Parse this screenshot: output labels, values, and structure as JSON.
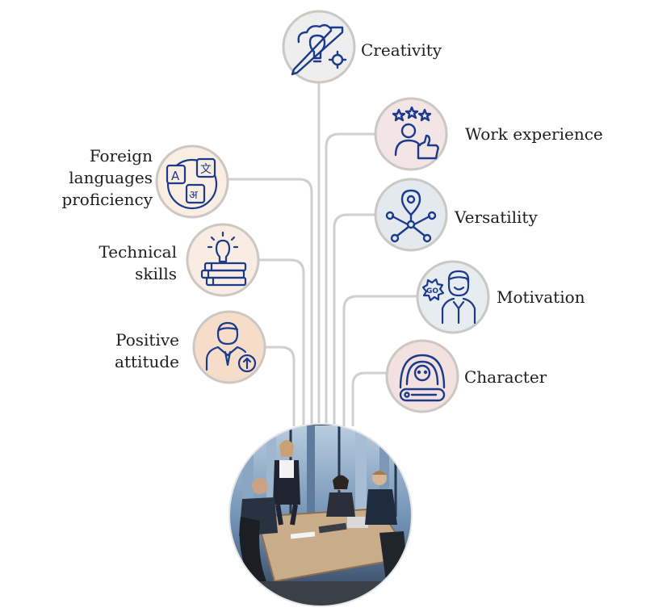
{
  "colors": {
    "icon_stroke": "#1c3a8c",
    "connector": "#cfcfcf",
    "ring": "#cbc7c3"
  },
  "nodes": {
    "creativity": {
      "label": "Creativity",
      "icon": "cloud-bulb-pencil-gear-icon",
      "fill": "#eeeeee"
    },
    "work_experience": {
      "label": "Work experience",
      "icon": "thumbs-up-stars-icon",
      "fill": "#f3e5e6"
    },
    "versatility": {
      "label": "Versatility",
      "icon": "network-pin-icon",
      "fill": "#e3e9ee"
    },
    "motivation": {
      "label": "Motivation",
      "icon": "go-person-icon",
      "fill": "#e6ecf0"
    },
    "character": {
      "label": "Character",
      "icon": "face-card-icon",
      "fill": "#f3e1df"
    },
    "foreign_languages": {
      "label_lines": [
        "Foreign",
        "languages",
        "proficiency"
      ],
      "icon": "translate-globe-icon",
      "fill": "#faeee3"
    },
    "technical_skills": {
      "label_lines": [
        "Technical",
        "skills"
      ],
      "icon": "bulb-books-icon",
      "fill": "#f9ece2"
    },
    "positive_attitude": {
      "label_lines": [
        "Positive",
        "attitude"
      ],
      "icon": "businessman-arrow-up-icon",
      "fill": "#f6ddca"
    }
  },
  "center": {
    "image": "meeting-photo"
  }
}
